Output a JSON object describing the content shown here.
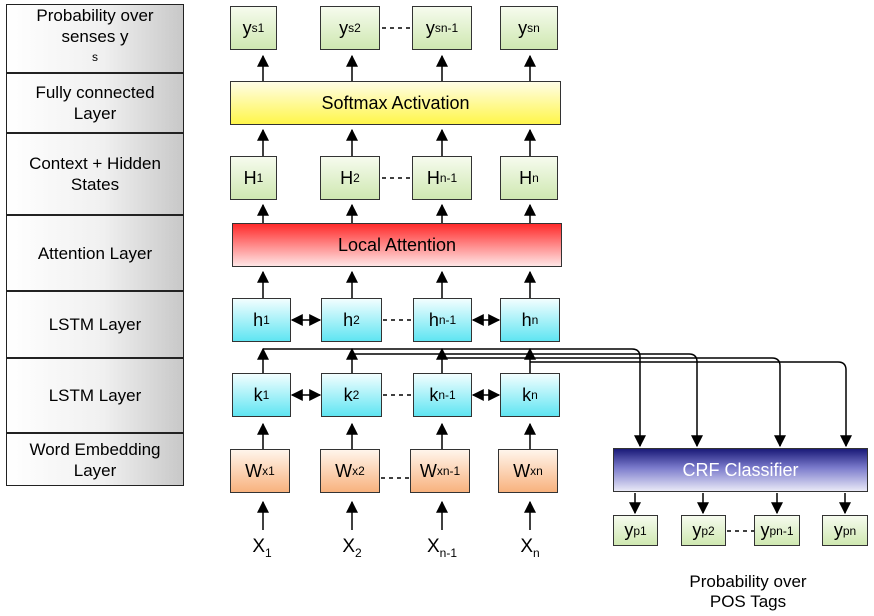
{
  "layer_labels": [
    "Probability over senses y",
    "Fully connected Layer",
    "Context + Hidden States",
    "Attention Layer",
    "LSTM Layer",
    "LSTM Layer",
    "Word Embedding Layer"
  ],
  "layer_label_sup": "s",
  "softmax_label": "Softmax Activation",
  "attention_label": "Local Attention",
  "crf_label": "CRF Classifier",
  "pos_caption_line1": "Probability over",
  "pos_caption_line2": "POS Tags",
  "subscripts": [
    "1",
    "2",
    "n-1",
    "n"
  ],
  "sense_out": {
    "base": "y",
    "sup": "s"
  },
  "context": {
    "base": "H"
  },
  "lstm_top": {
    "base": "h"
  },
  "lstm_bottom": {
    "base": "k"
  },
  "embedding": {
    "base": "W",
    "sup": "x"
  },
  "inputs": {
    "base": "X"
  },
  "pos_out": {
    "base": "y",
    "sup": "p"
  },
  "colors": {
    "sense_boxes": "#cfe8b1",
    "softmax": "#fff64a",
    "attention": "#ff2a2a",
    "lstm": "#5fe5f2",
    "embedding": "#f8b27e",
    "crf": "#1a1a78",
    "pos_boxes": "#cfe8b1"
  }
}
